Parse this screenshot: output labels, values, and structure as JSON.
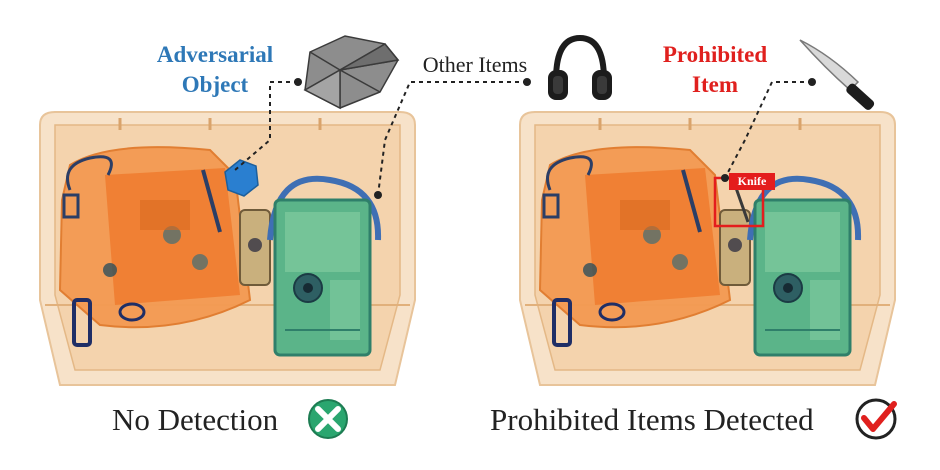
{
  "labels": {
    "adversarial_line1": "Adversarial",
    "adversarial_line2": "Object",
    "other_items": "Other Items",
    "prohibited_line1": "Prohibited",
    "prohibited_line2": "Item",
    "knife_tag": "Knife"
  },
  "captions": {
    "left": "No Detection",
    "right": "Prohibited Items Detected"
  },
  "icons": {
    "adversarial": "polyhedron-icon",
    "other": "headphones-icon",
    "prohibited": "kitchen-knife-icon",
    "no_detection": "x-circle-icon",
    "detected": "check-circle-icon"
  },
  "colors": {
    "adversarial": "#2e78b7",
    "prohibited": "#e0201e",
    "no_detection": "#2aa66f",
    "detected": "#e0201e",
    "xray_orange": "#f07a2c",
    "xray_green": "#4aa47a",
    "bin": "#f6d9b6"
  }
}
